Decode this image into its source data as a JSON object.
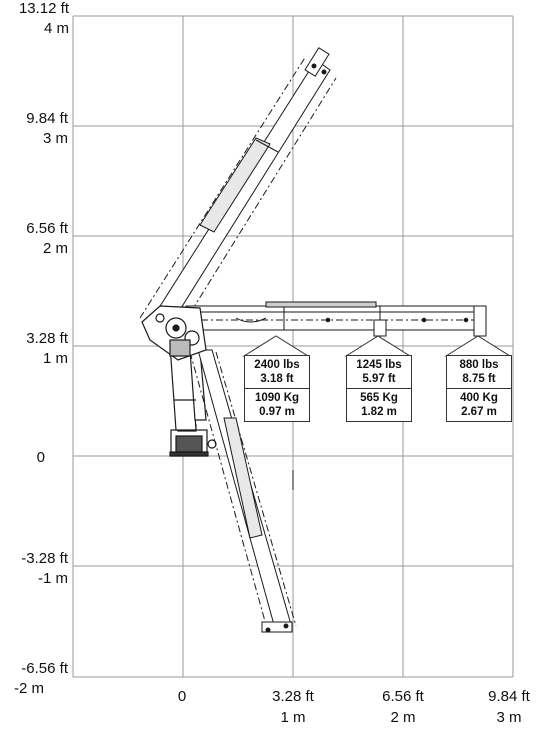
{
  "y_axis": [
    {
      "ft": "13.12 ft",
      "m": "4 m"
    },
    {
      "ft": "9.84 ft",
      "m": "3 m"
    },
    {
      "ft": "6.56 ft",
      "m": "2 m"
    },
    {
      "ft": "3.28 ft",
      "m": "1 m"
    },
    {
      "ft": "",
      "m": "0"
    },
    {
      "ft": "-3.28 ft",
      "m": "-1 m"
    },
    {
      "ft": "-6.56 ft",
      "m": "-2 m"
    }
  ],
  "x_axis": [
    {
      "ft": "",
      "m": "0"
    },
    {
      "ft": "3.28 ft",
      "m": "1 m"
    },
    {
      "ft": "6.56 ft",
      "m": "2 m"
    },
    {
      "ft": "9.84 ft",
      "m": "3 m"
    }
  ],
  "loads": [
    {
      "lbs": "2400 lbs",
      "ft": "3.18 ft",
      "kg": "1090 Kg",
      "m": "0.97 m"
    },
    {
      "lbs": "1245 lbs",
      "ft": "5.97 ft",
      "kg": "565 Kg",
      "m": "1.82 m"
    },
    {
      "lbs": "880 lbs",
      "ft": "8.75 ft",
      "kg": "400 Kg",
      "m": "2.67 m"
    }
  ],
  "colors": {
    "grid": "#9a9a9a",
    "line": "#1a1a1a",
    "fill": "#ffffff"
  }
}
